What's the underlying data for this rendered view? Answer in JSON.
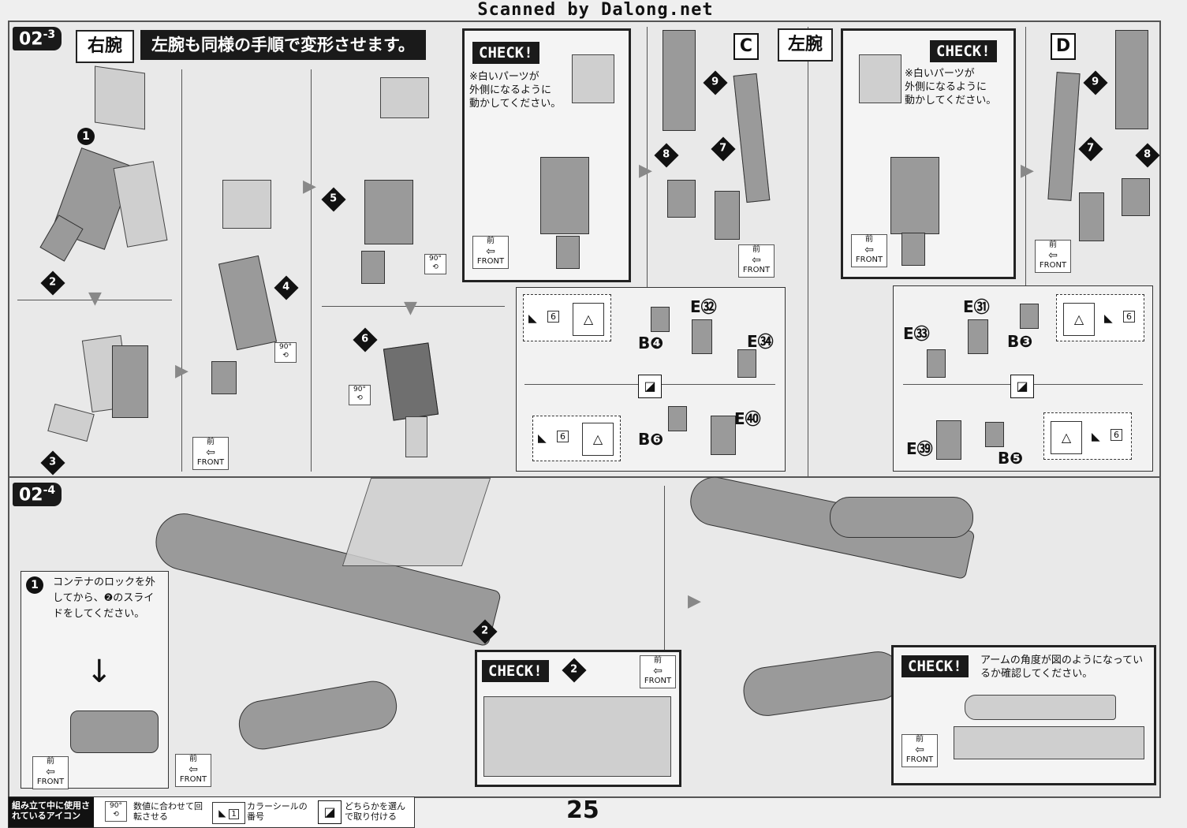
{
  "scan_credit": "Scanned by Dalong.net",
  "step_02_3": {
    "label_main": "02",
    "label_sub": "-3",
    "right_arm": "右腕",
    "title": "左腕も同様の手順で変形させます。",
    "left_arm": "左腕",
    "steps": [
      "1",
      "2",
      "3",
      "4",
      "5",
      "6",
      "7",
      "8",
      "9"
    ],
    "deg_label": "90°",
    "check_left": {
      "badge": "CHECK!",
      "note": "※白いパーツが\n外側になるように\n動かしてください。",
      "front_kanji": "前",
      "front_label": "FRONT"
    },
    "check_right": {
      "badge": "CHECK!",
      "note": "※白いパーツが\n外側になるように\n動かしてください。",
      "front_kanji": "前",
      "front_label": "FRONT"
    },
    "letter_c": "C",
    "letter_d": "D",
    "parts_left": {
      "e32": "E㉜",
      "b4": "B❹",
      "e34": "E㉞",
      "b6": "B❻",
      "e40": "E㊵",
      "seal_num": "6"
    },
    "parts_right": {
      "e31": "E㉛",
      "e33": "E㉝",
      "b3": "B❸",
      "e39": "E㊴",
      "b5": "B❺",
      "seal_num": "6"
    },
    "front_kanji": "前",
    "front_label": "FRONT"
  },
  "step_02_4": {
    "label_main": "02",
    "label_sub": "-4",
    "note": "コンテナのロックを外してから、❷のスライドをしてください。",
    "step1": "1",
    "step2": "2",
    "check_mid": {
      "badge": "CHECK!",
      "step": "2",
      "front_kanji": "前",
      "front_label": "FRONT"
    },
    "check_right": {
      "badge": "CHECK!",
      "note": "アームの角度が図のようになっているか確認してください。",
      "front_kanji": "前",
      "front_label": "FRONT"
    },
    "front_kanji": "前",
    "front_label": "FRONT"
  },
  "legend": {
    "title": "組み立て中に使用されているアイコン",
    "deg": "90°",
    "rotate": "数値に合わせて回転させる",
    "seal_num": "1",
    "seal": "カラーシールの番号",
    "choose": "どちらかを選んで取り付ける"
  },
  "page_number": "25"
}
